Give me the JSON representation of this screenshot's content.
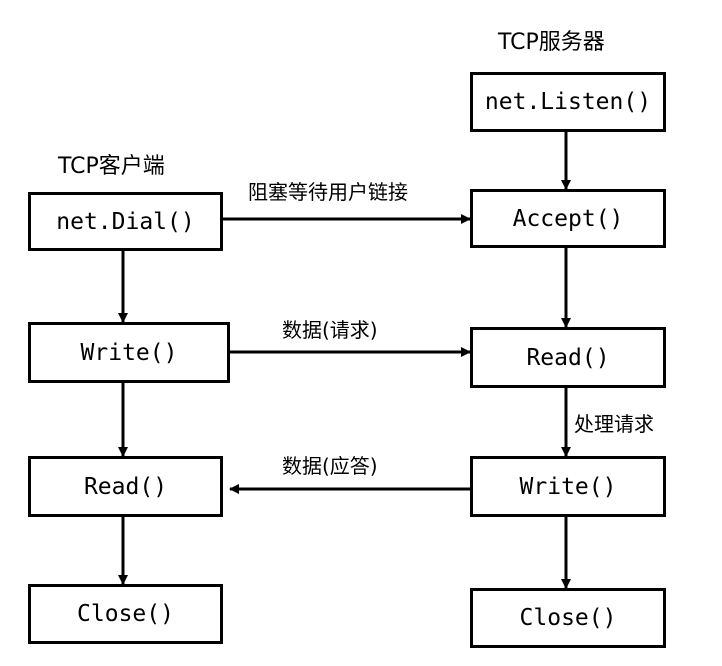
{
  "client": {
    "title": "TCP客户端",
    "dial": "net.Dial()",
    "write": "Write()",
    "read": "Read()",
    "close": "Close()"
  },
  "server": {
    "title": "TCP服务器",
    "listen": "net.Listen()",
    "accept": "Accept()",
    "read": "Read()",
    "write": "Write()",
    "close": "Close()"
  },
  "edges": {
    "connect": "阻塞等待用户链接",
    "request": "数据(请求)",
    "process": "处理请求",
    "response": "数据(应答)"
  }
}
